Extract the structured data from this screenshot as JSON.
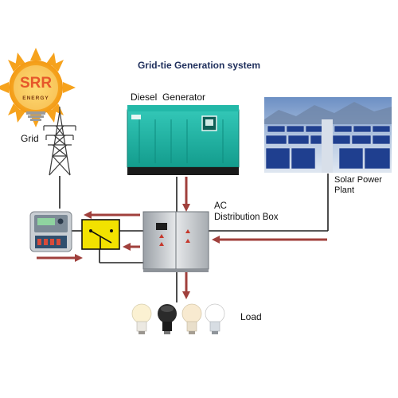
{
  "title": "Grid-tie Generation system",
  "logo": {
    "text": "SRR",
    "subtext": "ENERGY",
    "icon": "sun-bulb-logo"
  },
  "nodes": {
    "grid": {
      "label": "Grid",
      "icon": "transmission-tower-icon"
    },
    "diesel_generator": {
      "label": "Diesel  Generator",
      "icon": "diesel-generator-icon"
    },
    "solar_plant": {
      "label_line1": "Solar Power",
      "label_line2": "Plant",
      "icon": "solar-panel-field-icon"
    },
    "ac_box": {
      "label_line1": "AC",
      "label_line2": "Distribution Box",
      "icon": "distribution-cabinet-icon"
    },
    "meter": {
      "icon": "energy-meter-icon"
    },
    "switch": {
      "icon": "changeover-switch-icon"
    },
    "load": {
      "label": "Load",
      "icon": "light-bulbs-icon"
    }
  },
  "colors": {
    "title": "#1f2f5c",
    "flow_arrow": "#a0403c",
    "wire": "#222222",
    "generator": "#1bb3a3",
    "solar_panel": "#1f3f8f",
    "switch_fill": "#f2e200",
    "logo_sun": "#f6a21c"
  }
}
